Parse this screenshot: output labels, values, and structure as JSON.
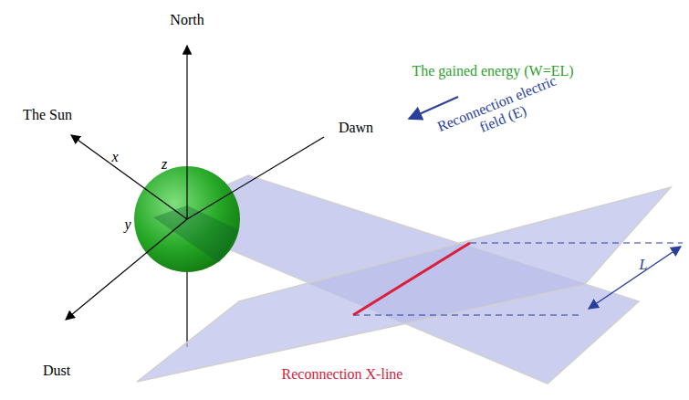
{
  "diagram": {
    "labels": [
      "North",
      "The Sun",
      "x",
      "z",
      "y",
      "Dawn",
      "Dust",
      "The gained energy (W=EL)",
      "Reconnection electric field (E)",
      "L",
      "Reconnection X-line"
    ]
  }
}
